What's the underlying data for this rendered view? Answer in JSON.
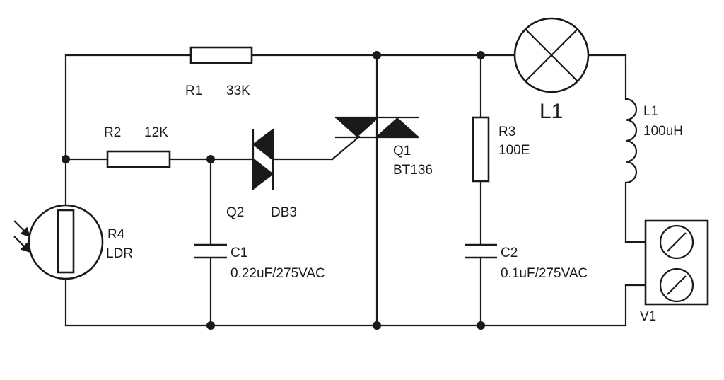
{
  "components": {
    "r1": {
      "ref": "R1",
      "value": "33K"
    },
    "r2": {
      "ref": "R2",
      "value": "12K"
    },
    "r3": {
      "ref": "R3",
      "value": "100E"
    },
    "r4": {
      "ref": "R4",
      "value": "LDR"
    },
    "c1": {
      "ref": "C1",
      "value": "0.22uF/275VAC"
    },
    "c2": {
      "ref": "C2",
      "value": "0.1uF/275VAC"
    },
    "q1": {
      "ref": "Q1",
      "value": "BT136"
    },
    "q2": {
      "ref": "Q2",
      "value": "DB3"
    },
    "lamp": {
      "ref": "L1"
    },
    "inductor": {
      "ref": "L1",
      "value": "100uH"
    },
    "v1": {
      "ref": "V1"
    }
  }
}
